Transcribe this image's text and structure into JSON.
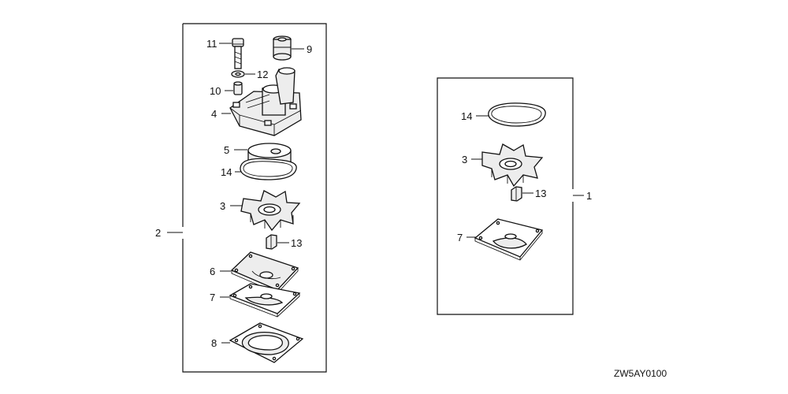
{
  "diagram_code": "ZW5AY0100",
  "assemblies": [
    {
      "id": "kit-assembly",
      "ref": "2",
      "parts": [
        {
          "ref": "11"
        },
        {
          "ref": "9"
        },
        {
          "ref": "12"
        },
        {
          "ref": "10"
        },
        {
          "ref": "4"
        },
        {
          "ref": "5"
        },
        {
          "ref": "14"
        },
        {
          "ref": "3"
        },
        {
          "ref": "13"
        },
        {
          "ref": "6"
        },
        {
          "ref": "7"
        },
        {
          "ref": "8"
        }
      ]
    },
    {
      "id": "impeller-kit",
      "ref": "1",
      "parts": [
        {
          "ref": "14"
        },
        {
          "ref": "3"
        },
        {
          "ref": "13"
        },
        {
          "ref": "7"
        }
      ]
    }
  ]
}
